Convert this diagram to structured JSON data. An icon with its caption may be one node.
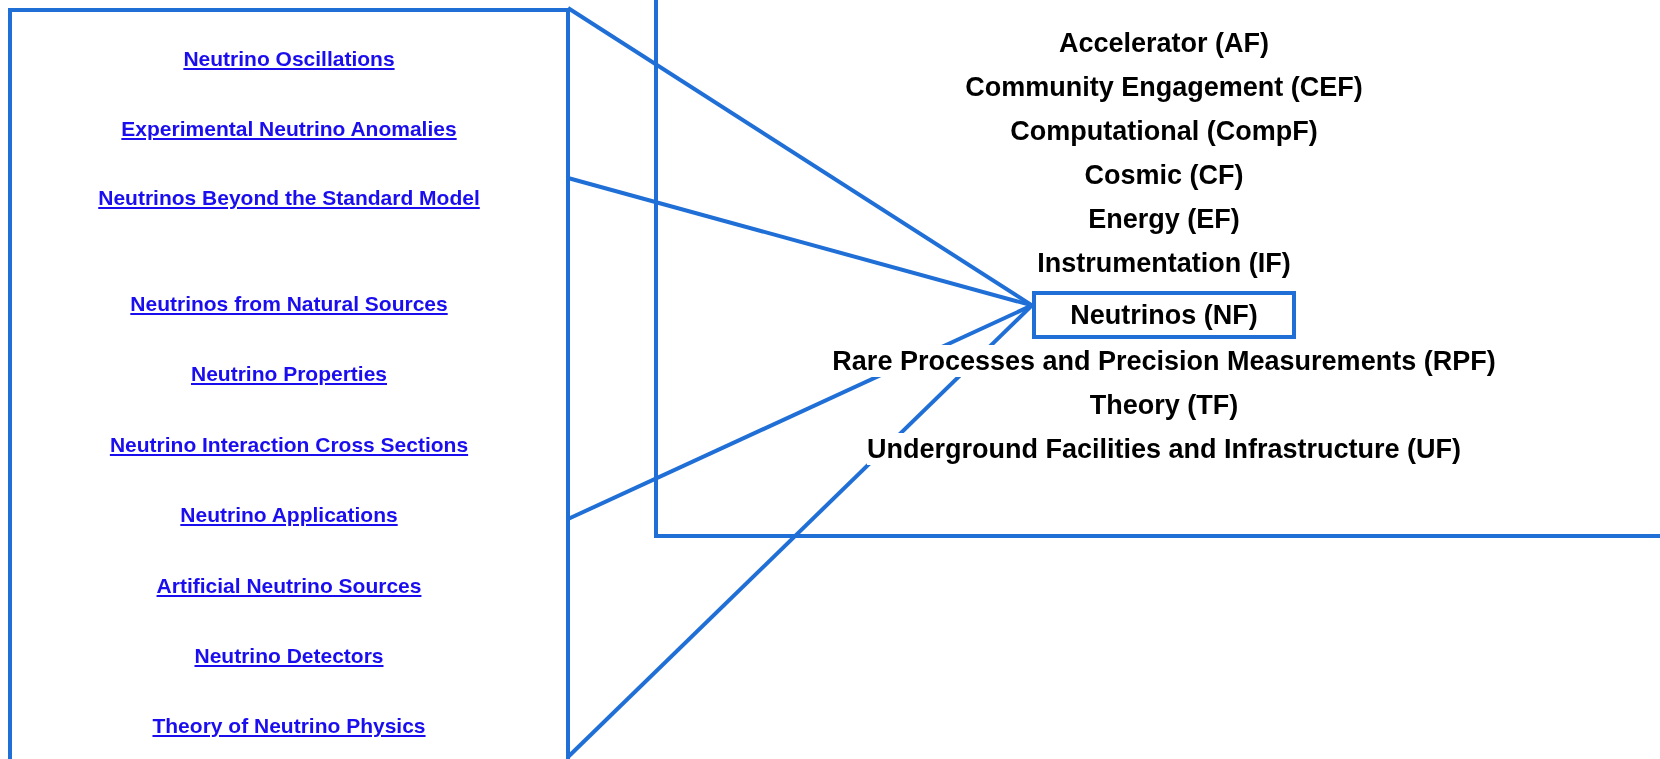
{
  "diagram": {
    "nodes": [
      {
        "text": [
          "Neutrino Oscillations",
          "Experimental Neutrino Anomalies",
          "Neutrinos Beyond the Standard Model",
          "Neutrinos from Natural Sources",
          "Neutrino Properties",
          "Neutrino Interaction Cross Sections",
          "Neutrino Applications",
          "Artificial Neutrino Sources",
          "Neutrino Detectors",
          "Theory of Neutrino Physics"
        ]
      },
      {
        "text": [
          "Accelerator (AF)",
          "Community Engagement (CEF)",
          "Computational (CompF)",
          "Cosmic (CF)",
          "Energy (EF)",
          "Instrumentation (IF)",
          "Rare Processes and Precision Measurements (RPF)",
          "Theory (TF)",
          "Underground Facilities and Infrastructure (UF)"
        ]
      },
      {
        "text": [
          "Neutrinos (NF)"
        ],
        "in": 1
      }
    ],
    "edges": [
      {
        "from": 0,
        "to": 2,
        "arrow": "none"
      },
      {
        "from": 0,
        "to": 2,
        "arrow": "none"
      },
      {
        "from": 0,
        "to": 2,
        "arrow": "none"
      },
      {
        "from": 0,
        "to": 2,
        "arrow": "none"
      }
    ]
  }
}
